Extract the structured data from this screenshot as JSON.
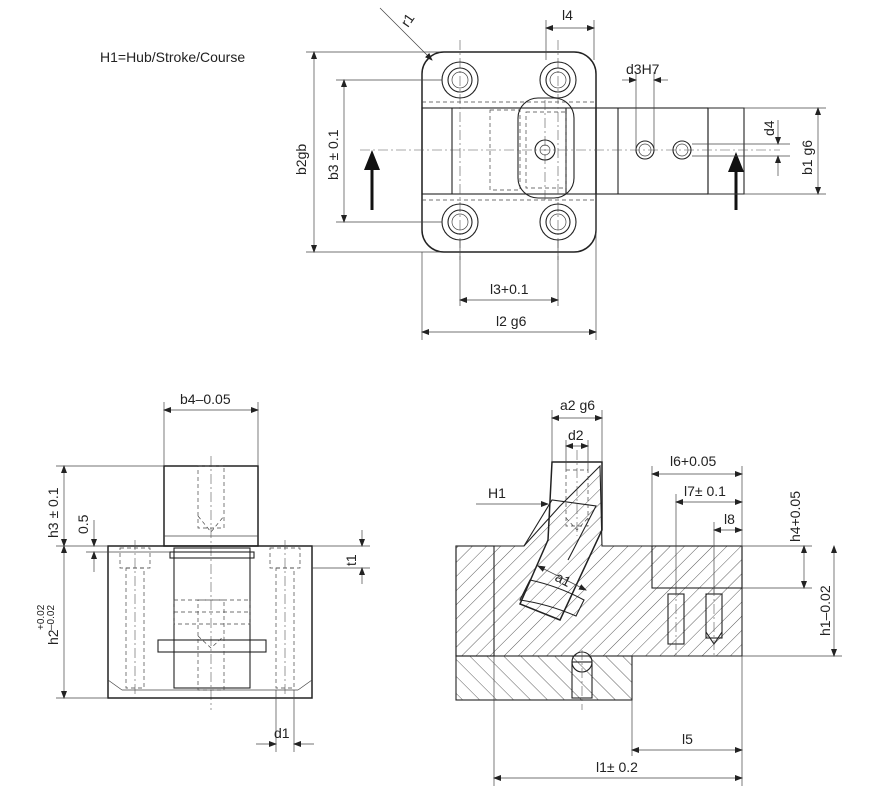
{
  "legend": {
    "h1_text": "H1=Hub/Stroke/Course"
  },
  "top_view": {
    "r1": "r1",
    "l4": "l4",
    "d3": "d3H7",
    "d4": "d4",
    "b1": "b1 g6",
    "b2": "b2gb",
    "b3": "b3 ± 0.1",
    "l3": "l3+0.1",
    "l2": "l2 g6"
  },
  "side_view": {
    "b4": "b4–0.05",
    "h3": "h3 ± 0.1",
    "dim05": "0.5",
    "t1": "t1",
    "h2": "h2",
    "h2_tol_up": "+0.02",
    "h2_tol_dn": "–0.02",
    "d1": "d1"
  },
  "front_view": {
    "a2": "a2 g6",
    "d2": "d2",
    "H1": "H1",
    "a1": "a1",
    "l6": "l6+0.05",
    "l7": "l7± 0.1",
    "l8": "l8",
    "h4": "h4+0.05",
    "h1": "h1–0.02",
    "l5": "l5",
    "l1": "l1± 0.2"
  }
}
